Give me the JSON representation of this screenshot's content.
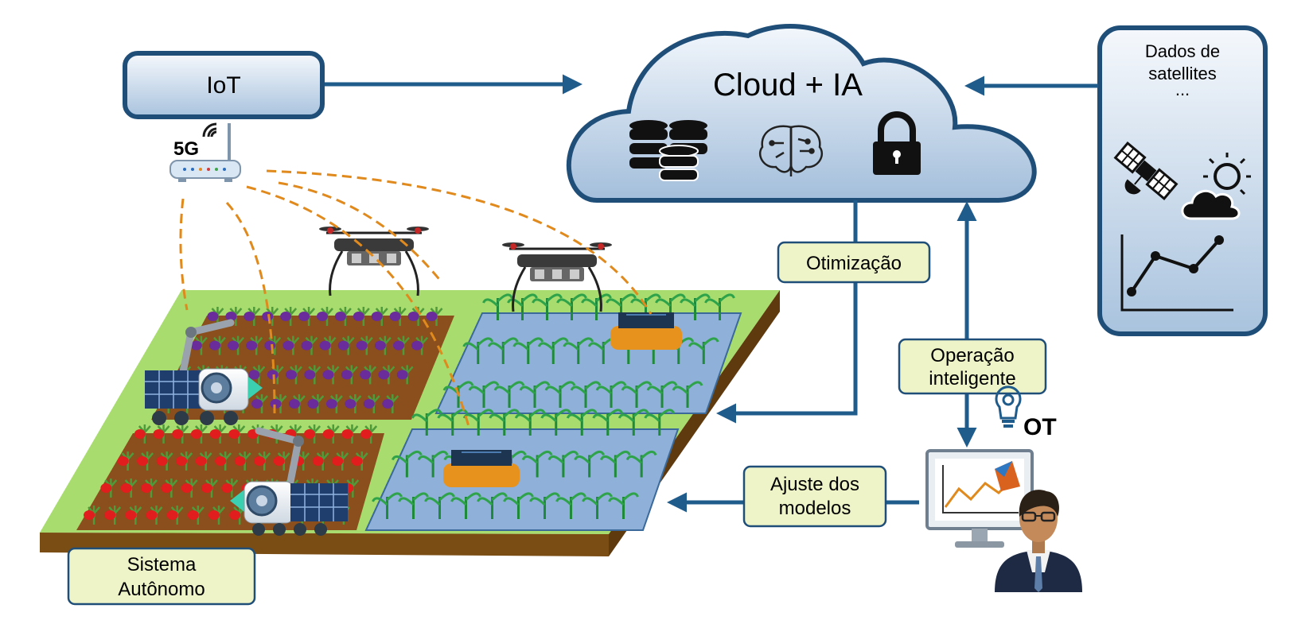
{
  "labels": {
    "iot": "IoT",
    "cloud": "Cloud + IA",
    "satellite_line1": "Dados de",
    "satellite_line2": "satellites",
    "satellite_line3": "...",
    "signal": "5G",
    "optimization": "Otimização",
    "smart_op_line1": "Operação",
    "smart_op_line2": "inteligente",
    "ot": "OT",
    "adjust_line1": "Ajuste dos",
    "adjust_line2": "modelos",
    "autonomous_line1": "Sistema",
    "autonomous_line2": "Autônomo"
  },
  "icons": {
    "database": "database-icon",
    "brain": "brain-icon",
    "lock": "lock-icon",
    "satellite": "satellite-icon",
    "weather": "sun-cloud-icon",
    "chart": "line-chart-icon",
    "router": "router-icon",
    "drone": "drone-icon",
    "robot": "robot-rover-icon",
    "operator": "operator-person-icon",
    "monitor": "monitor-chart-icon",
    "bulb": "lightbulb-gear-icon"
  },
  "colors": {
    "box_border": "#1f4e79",
    "box_fill_top": "#f4f7fb",
    "box_fill_bottom": "#a9c3de",
    "arrow": "#1f5c8c",
    "label_fill": "#eef3c8",
    "dash": "#e08a1e",
    "field_green": "#a8dc6e",
    "soil": "#8a4f1c",
    "water": "#8fb0d8",
    "crop": "#2ea34a"
  }
}
